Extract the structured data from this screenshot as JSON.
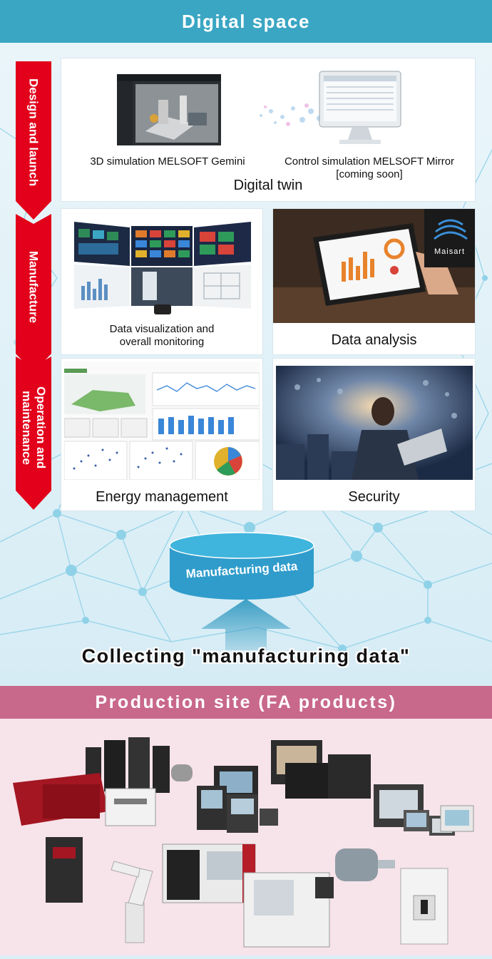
{
  "header": {
    "digital_space": "Digital space",
    "production_site": "Production site (FA products)"
  },
  "stages": [
    {
      "label": "Design and launch"
    },
    {
      "label": "Manufacture"
    },
    {
      "label": "Operation and maintenance"
    }
  ],
  "panels": {
    "gemini_caption": "3D simulation MELSOFT Gemini",
    "mirror_caption_line1": "Control simulation MELSOFT Mirror",
    "mirror_caption_line2": "[coming soon]",
    "digital_twin": "Digital twin",
    "visualization_line1": "Data visualization and",
    "visualization_line2": "overall monitoring",
    "data_analysis": "Data analysis",
    "maisart_logo": "Maisart",
    "energy_management": "Energy management",
    "security": "Security"
  },
  "database_label": "Manufacturing data",
  "collecting": "Collecting \"manufacturing data\"",
  "colors": {
    "cyan": "#3aa6c3",
    "red": "#e2001a",
    "pink": "#c8688a",
    "arrow": "#3b9ec4"
  }
}
